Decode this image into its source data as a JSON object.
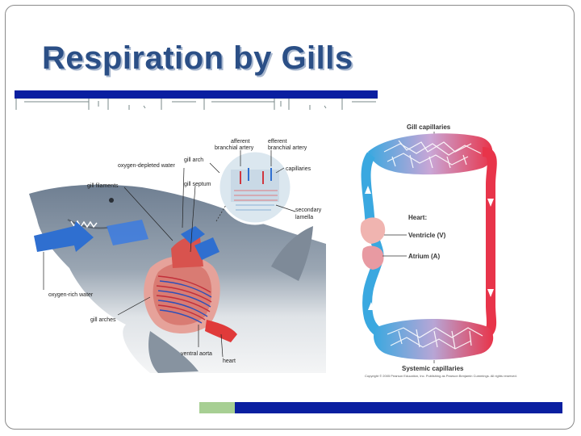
{
  "slide": {
    "title": "Respiration by Gills",
    "colors": {
      "title": "#2b4f86",
      "accent_bar": "#0a1fa0",
      "accent_green": "#a7cf93",
      "oxygenated": "#e8344a",
      "deoxygenated": "#3aa8e0"
    }
  },
  "shark_diagram": {
    "labels": {
      "afferent": "afferent",
      "afferent2": "branchial artery",
      "efferent": "efferent",
      "efferent2": "branchial artery",
      "oxygen_depleted": "oxygen-depleted water",
      "gill_arch": "gill arch",
      "capillaries": "capillaries",
      "gill_filaments": "gill filaments",
      "gill_septum": "gill septum",
      "secondary": "secondary",
      "lamella": "lamella",
      "oxygen_rich": "oxygen-rich water",
      "gill_arches": "gill arches",
      "ventral_aorta": "ventral aorta",
      "heart": "heart"
    }
  },
  "circulation_diagram": {
    "labels": {
      "gill_capillaries": "Gill capillaries",
      "heart": "Heart:",
      "ventricle": "Ventricle (V)",
      "atrium": "Atrium (A)",
      "systemic": "Systemic capillaries",
      "copyright": "Copyright © 2005 Pearson Education, Inc. Publishing as Pearson Benjamin Cummings. All rights reserved."
    }
  }
}
